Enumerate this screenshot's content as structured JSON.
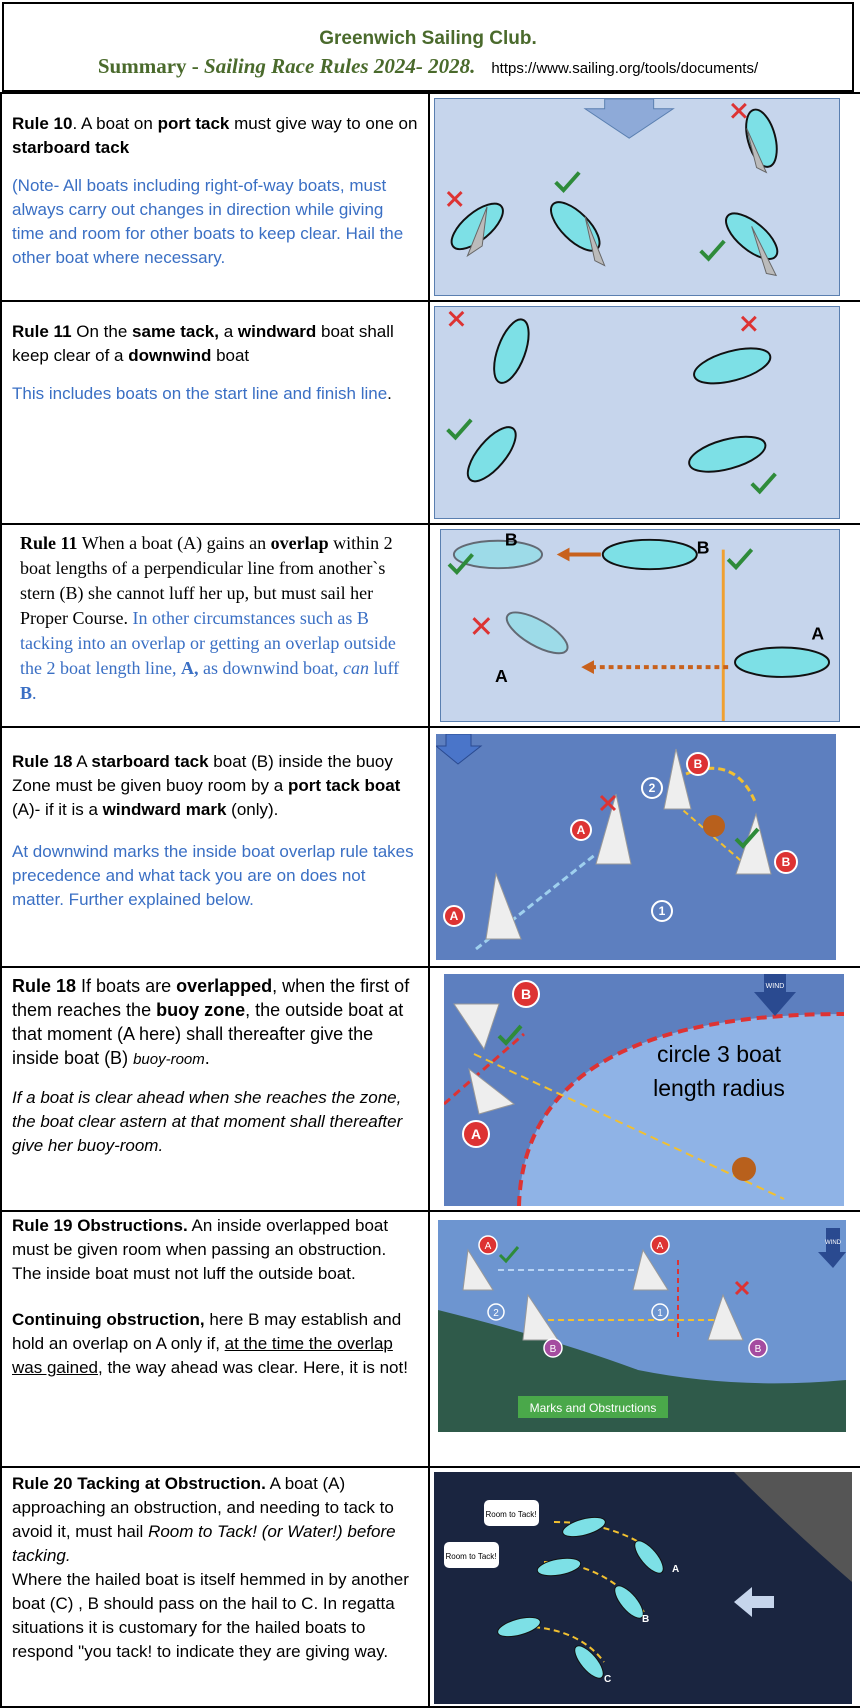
{
  "header": {
    "club": "Greenwich Sailing Club.",
    "summary_prefix": "Summary - ",
    "summary_title": "Sailing Race Rules 2024- 2028.",
    "url": "https://www.sailing.org/tools/documents/"
  },
  "rules": [
    {
      "title": "Rule 10",
      "t1": ". A boat on ",
      "b1": "port tack",
      "t2": " must give way to one on ",
      "b2": "starboard tack",
      "note": "(Note- All boats including right-of-way boats, must always carry out changes in direction while giving time and room for other boats to keep clear. Hail the other boat where necessary."
    },
    {
      "title": "Rule 11",
      "t1": " On the ",
      "b1": "same tack,",
      "t2": " a ",
      "b2": "windward",
      "t3": " boat shall keep clear of a ",
      "b3": "downwind",
      "t4": " boat",
      "note": "This includes boats on the start line and finish line",
      "note_end": "."
    },
    {
      "title": "Rule 11",
      "t1": " When a boat (A) gains an ",
      "b1": "overlap",
      "t2": " within 2 boat lengths of a perpendicular line from another`s stern (B) she cannot luff her up, but must sail her Proper Course. ",
      "note1": "In other circumstances  such as B tacking into an overlap or getting an overlap outside the 2 boat length line,  ",
      "nb1": "A,",
      "note2": " as downwind boat, ",
      "ni": "can",
      "note3": " luff ",
      "nb2": "B",
      "note4": ".",
      "labels": [
        "B",
        "B",
        "A",
        "A"
      ]
    },
    {
      "title": "Rule 18",
      "t1": " A ",
      "b1": "starboard tack",
      "t2": " boat (B) inside the buoy Zone must be given buoy room by a ",
      "b2": "port tack boat",
      "t3": " (A)- if it is a ",
      "b3": "windward mark",
      "t4": " (only).",
      "note": "At downwind marks the inside boat overlap rule takes precedence and what tack you are on does not matter.  Further explained below.",
      "labels": [
        "B",
        "2",
        "A",
        "B",
        "1",
        "A"
      ]
    },
    {
      "title": "Rule 18",
      "t1": " If boats are ",
      "b1": "overlapped",
      "t2": ", when the first of them reaches the ",
      "b2": "buoy zone",
      "t3": ", the outside boat at that moment (A here) shall thereafter give the inside boat (B) ",
      "i1": "buoy-room",
      "t4": ".",
      "note": "If a boat is clear ahead when she reaches the zone, the boat clear astern at that moment shall thereafter give her buoy-room.",
      "circle_label_1": "circle 3 boat",
      "circle_label_2": "length radius",
      "labels": [
        "B",
        "A"
      ],
      "wind": "WIND"
    },
    {
      "title": "Rule 19 Obstructions.",
      "t1": "   An inside overlapped boat must be given room when passing an obstruction. The inside boat must not luff the outside boat.",
      "b2": "Continuing obstruction,",
      "t2": " here B may establish and hold an overlap on A only if, ",
      "u1": "at the time the overlap was gained",
      "t3": ",  the way ahead was clear. Here, it is not!",
      "caption": "Marks and Obstructions",
      "labels": [
        "A",
        "A",
        "2",
        "1",
        "B",
        "B"
      ],
      "wind": "WIND"
    },
    {
      "title": "Rule 20  Tacking at Obstruction.",
      "t1": " A boat (A) approaching an obstruction, and needing to tack to avoid it, must hail ",
      "i1": "Room to Tack!  (or Water!) before tacking.",
      "t2": "Where the hailed boat is itself hemmed in by another boat (C) , B should pass on the hail to C.  In regatta situations it is customary for the hailed boats to respond \"you tack! to indicate they are giving way.",
      "bubble": "Room to Tack!",
      "labels": [
        "A",
        "B",
        "C"
      ]
    }
  ]
}
